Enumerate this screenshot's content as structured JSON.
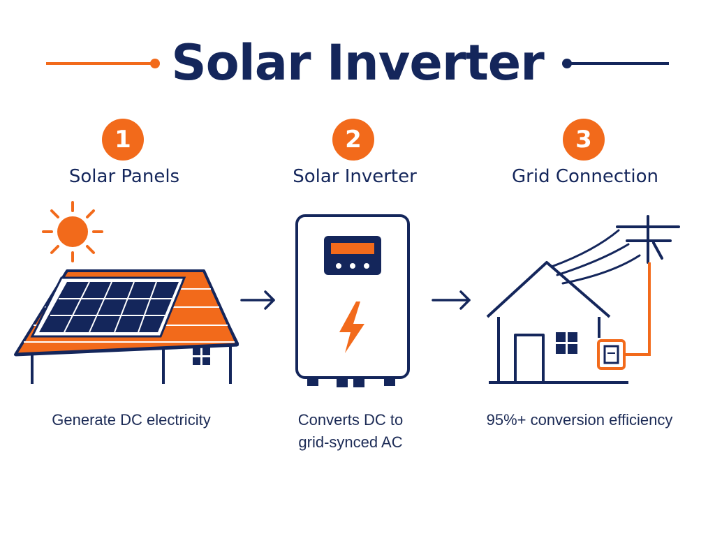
{
  "title": "Solar Inverter",
  "colors": {
    "navy": "#14265b",
    "orange": "#f26a1b",
    "background": "#ffffff"
  },
  "steps": [
    {
      "number": "1",
      "title": "Solar Panels",
      "description": "Generate DC electricity"
    },
    {
      "number": "2",
      "title": "Solar Inverter",
      "description_lines": [
        "Converts DC to",
        "grid-synced AC"
      ]
    },
    {
      "number": "3",
      "title": "Grid Connection",
      "description": "95%+ conversion efficiency"
    }
  ],
  "icons": [
    "sun-icon",
    "solar-roof-house-icon",
    "arrow-right-icon",
    "inverter-icon",
    "lightning-icon",
    "house-icon",
    "utility-pole-icon",
    "power-meter-icon"
  ]
}
